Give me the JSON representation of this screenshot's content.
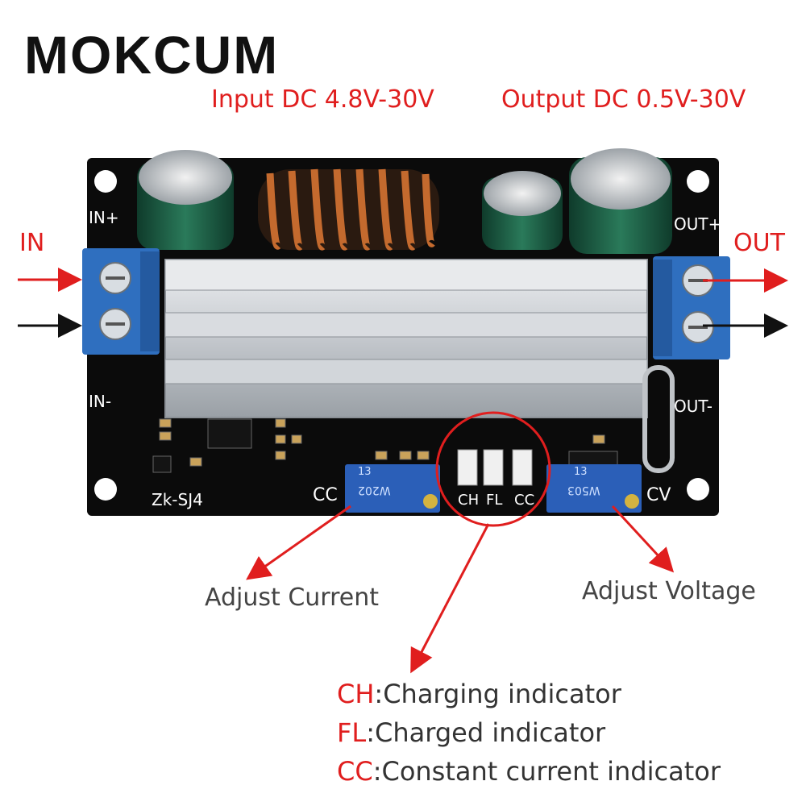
{
  "brand": "MOKCUM",
  "specs": {
    "input": "Input DC 4.8V-30V",
    "output": "Output DC 0.5V-30V"
  },
  "io": {
    "in_label": "IN",
    "out_label": "OUT"
  },
  "board": {
    "silk_in_plus": "IN+",
    "silk_in_minus": "IN-",
    "silk_out_plus": "OUT+",
    "silk_out_minus": "OUT-",
    "silk_model": "Zk-SJ4",
    "silk_cc": "CC",
    "silk_cv": "CV",
    "led_labels": [
      "CH",
      "FL",
      "CC"
    ],
    "pot_left_text": "W202",
    "pot_right_text": "W503",
    "pot_top_text": "13"
  },
  "callouts": {
    "adjust_current": "Adjust Current",
    "adjust_voltage": "Adjust Voltage"
  },
  "legend": [
    {
      "code": "CH",
      "text": ":Charging indicator"
    },
    {
      "code": "FL",
      "text": ":Charged indicator"
    },
    {
      "code": "CC",
      "text": ":Constant current indicator"
    }
  ],
  "colors": {
    "pcb": "#0b0b0b",
    "terminal": "#2f6fbf",
    "heatsink": "#c9cdd2",
    "capacitor": "#1f5a44",
    "coil": "#c46a2e",
    "pot": "#2b5fb8",
    "accent_red": "#e01e1e"
  }
}
